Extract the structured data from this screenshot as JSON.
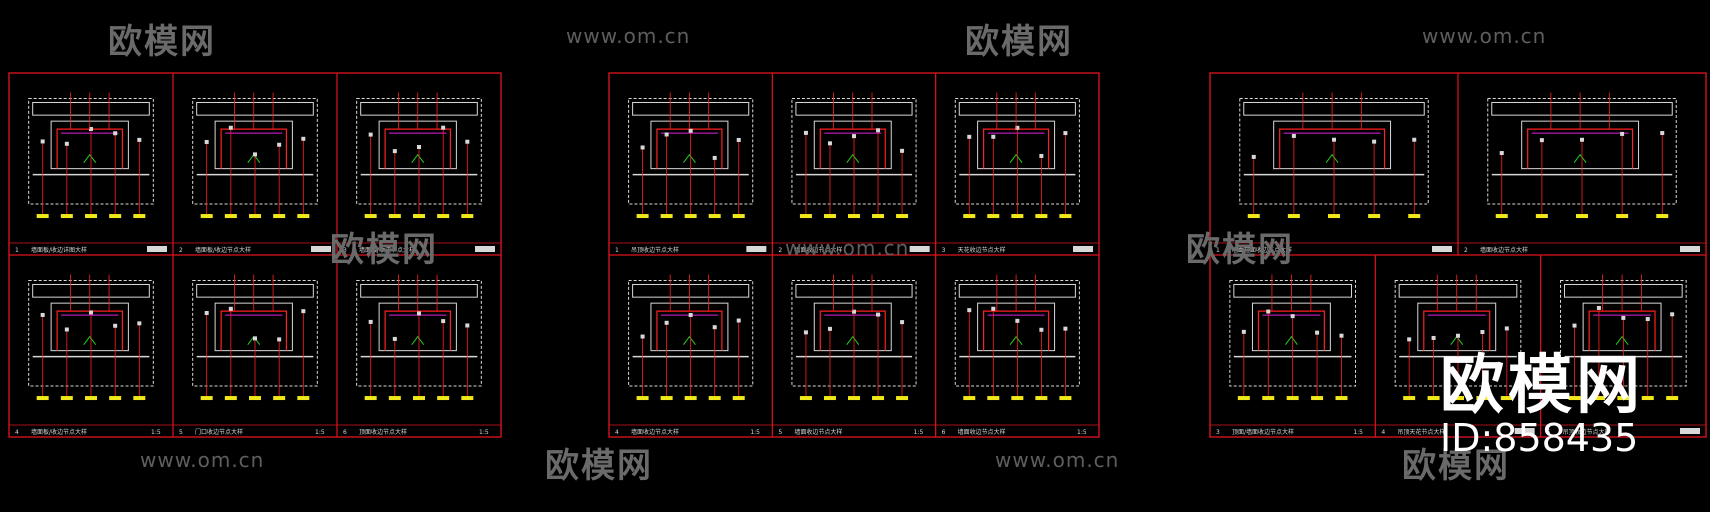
{
  "watermark": {
    "brand": "欧模网",
    "url": "www.om.cn"
  },
  "brand_overlay": {
    "name": "欧模网",
    "id": "ID:858435"
  },
  "colors": {
    "background": "#000000",
    "frame": "#e0141e",
    "wall": "#d8d8d8",
    "dim": "#ff2020",
    "tag": "#f0e81a",
    "accent": "#e020e0",
    "green": "#20d020",
    "watermark": "#666666"
  },
  "sheets": [
    {
      "panels": [
        {
          "num": "1",
          "title": "墙面板/收边详图大样",
          "scale": ""
        },
        {
          "num": "2",
          "title": "墙面板/收边节点大样",
          "scale": ""
        },
        {
          "num": "3",
          "title": "墙面板/收边节点大样",
          "scale": ""
        },
        {
          "num": "4",
          "title": "墙面板/收边节点大样",
          "scale": "1:5"
        },
        {
          "num": "5",
          "title": "门口收边节点大样",
          "scale": "1:5"
        },
        {
          "num": "6",
          "title": "顶面收边节点大样",
          "scale": "1:5"
        }
      ]
    },
    {
      "panels": [
        {
          "num": "1",
          "title": "吊顶收边节点大样",
          "scale": ""
        },
        {
          "num": "2",
          "title": "墙面收边节点大样",
          "scale": ""
        },
        {
          "num": "3",
          "title": "天花收边节点大样",
          "scale": ""
        },
        {
          "num": "4",
          "title": "墙面收边节点大样",
          "scale": "1:5"
        },
        {
          "num": "5",
          "title": "墙面收边节点大样",
          "scale": "1:5"
        },
        {
          "num": "6",
          "title": "墙面收边节点大样",
          "scale": "1:5"
        }
      ]
    },
    {
      "panels": [
        {
          "num": "1",
          "title": "墙面柱面收边节点大样",
          "scale": ""
        },
        {
          "num": "2",
          "title": "墙面收边节点大样",
          "scale": ""
        },
        {
          "num": "3",
          "title": "顶面/墙面收边节点大样",
          "scale": "1:5"
        },
        {
          "num": "4",
          "title": "吊顶天花节点大样",
          "scale": ""
        },
        {
          "num": "5",
          "title": "吊顶收边节点大样",
          "scale": ""
        }
      ]
    }
  ]
}
